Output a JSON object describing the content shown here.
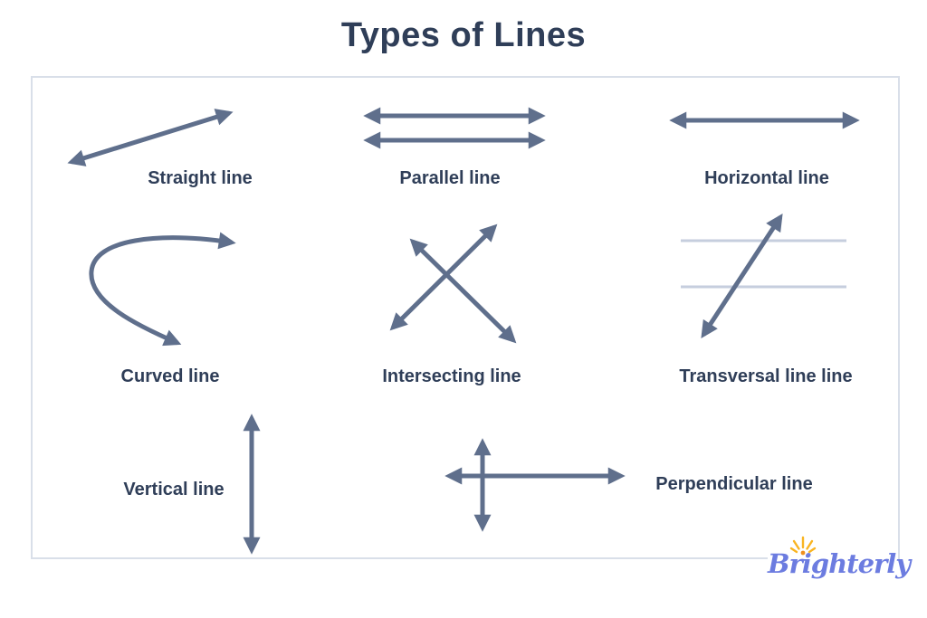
{
  "title": "Types of Lines",
  "items": [
    {
      "label": "Straight line"
    },
    {
      "label": "Parallel line"
    },
    {
      "label": "Horizontal line"
    },
    {
      "label": "Curved line"
    },
    {
      "label": "Intersecting line"
    },
    {
      "label": "Transversal line line"
    },
    {
      "label": "Vertical line"
    },
    {
      "label": "Perpendicular line"
    }
  ],
  "logo": {
    "text": "Brighterly"
  },
  "icons": {
    "logo_sun": "sun-rays-icon"
  },
  "colors": {
    "title_text": "#2f3e58",
    "label_text": "#2f3e58",
    "arrow": "#5f6f8c",
    "parallel_guide_line": "#c6cede",
    "box_border": "#d9dfe9",
    "logo_text": "#6c7ce0",
    "logo_sun": "#f9b421",
    "background": "#ffffff"
  }
}
